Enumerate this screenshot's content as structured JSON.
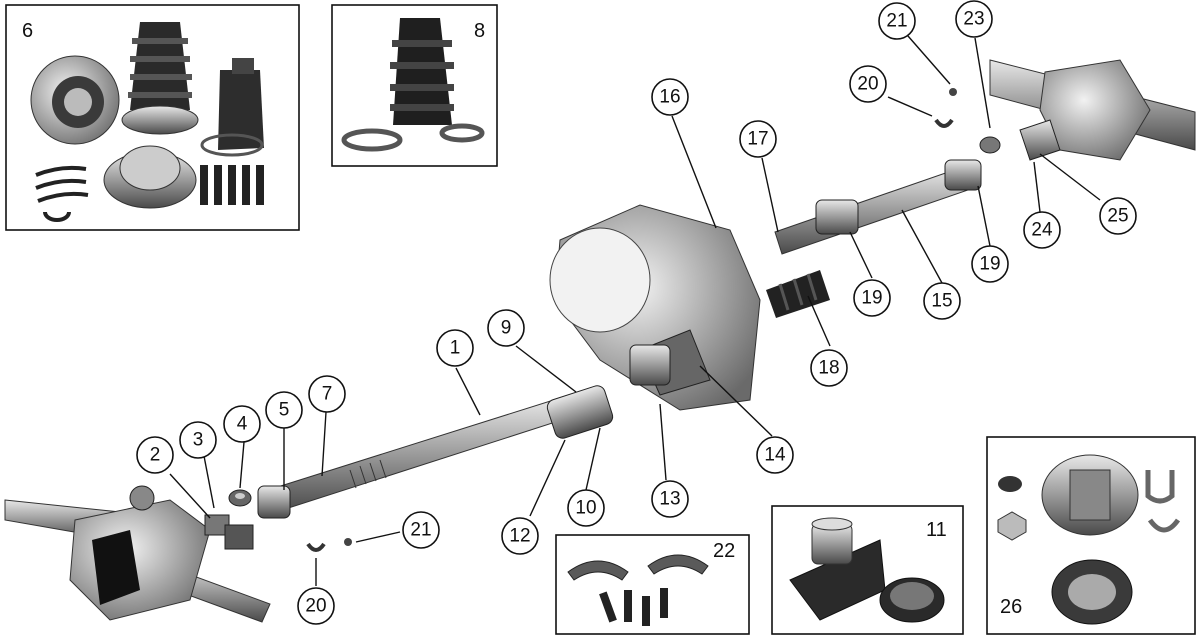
{
  "callouts": {
    "c1": "1",
    "c2": "2",
    "c3": "3",
    "c4": "4",
    "c5": "5",
    "c7": "7",
    "c9": "9",
    "c10": "10",
    "c12": "12",
    "c13": "13",
    "c14": "14",
    "c15": "15",
    "c16": "16",
    "c17": "17",
    "c18": "18",
    "c19a": "19",
    "c19b": "19",
    "c20a": "20",
    "c20b": "20",
    "c21a": "21",
    "c21b": "21",
    "c23": "23",
    "c24": "24",
    "c25": "25"
  },
  "insets": {
    "box6": "6",
    "box8": "8",
    "box11": "11",
    "box22": "22",
    "box26": "26"
  }
}
